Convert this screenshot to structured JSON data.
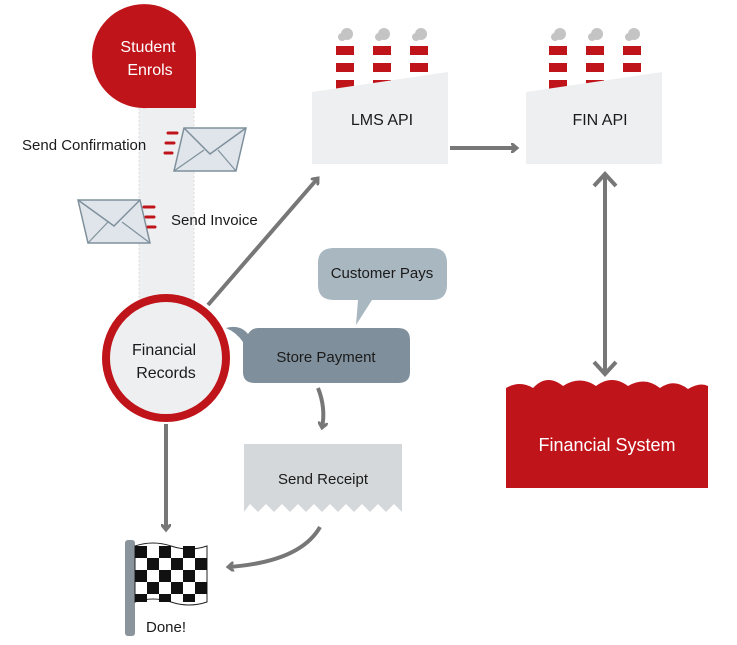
{
  "colors": {
    "red": "#c0141b",
    "light_gray": "#eeeff0",
    "bubble_light": "#a9b7c0",
    "bubble_dark": "#7f909c",
    "arrow": "#777777",
    "receipt": "#d5d8da",
    "text": "#1a1a1a"
  },
  "nodes": {
    "student_enrols": {
      "line1": "Student",
      "line2": "Enrols"
    },
    "send_confirmation": "Send Confirmation",
    "send_invoice": "Send Invoice",
    "lms_api": "LMS API",
    "fin_api": "FIN API",
    "customer_pays": "Customer Pays",
    "store_payment": "Store Payment",
    "financial_records": {
      "line1": "Financial",
      "line2": "Records"
    },
    "send_receipt": "Send Receipt",
    "financial_system": "Financial System",
    "done": "Done!"
  },
  "icons": [
    "envelope-icon",
    "envelope-icon",
    "factory-icon",
    "factory-icon",
    "checkered-flag-icon",
    "cloud-shape"
  ]
}
